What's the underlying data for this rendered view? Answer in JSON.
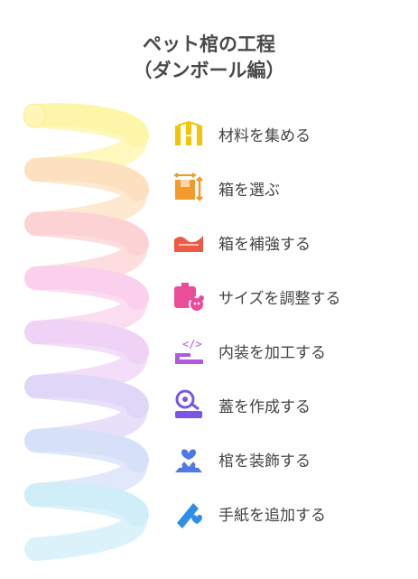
{
  "title": {
    "line1": "ペット棺の工程",
    "line2": "（ダンボール編）"
  },
  "steps": [
    {
      "label": "材料を集める",
      "icon": "materials-icon",
      "color": "#f5c400"
    },
    {
      "label": "箱を選ぶ",
      "icon": "box-select-icon",
      "color": "#f39a2c"
    },
    {
      "label": "箱を補強する",
      "icon": "box-reinforce-icon",
      "color": "#ef5a45"
    },
    {
      "label": "サイズを調整する",
      "icon": "size-adjust-icon",
      "color": "#ec4c9c"
    },
    {
      "label": "内装を加工する",
      "icon": "interior-code-icon",
      "color": "#b05ae0"
    },
    {
      "label": "蓋を作成する",
      "icon": "lid-create-icon",
      "color": "#7a55e6"
    },
    {
      "label": "棺を装飾する",
      "icon": "decorate-icon",
      "color": "#4f78e6"
    },
    {
      "label": "手紙を追加する",
      "icon": "letter-icon",
      "color": "#2f8ee6"
    }
  ],
  "spiral_colors": [
    "#fdf5a8",
    "#fde0c0",
    "#fdd2d4",
    "#fbd0ec",
    "#efd2f5",
    "#e0d6f8",
    "#d6e0f8",
    "#d0eef8"
  ]
}
